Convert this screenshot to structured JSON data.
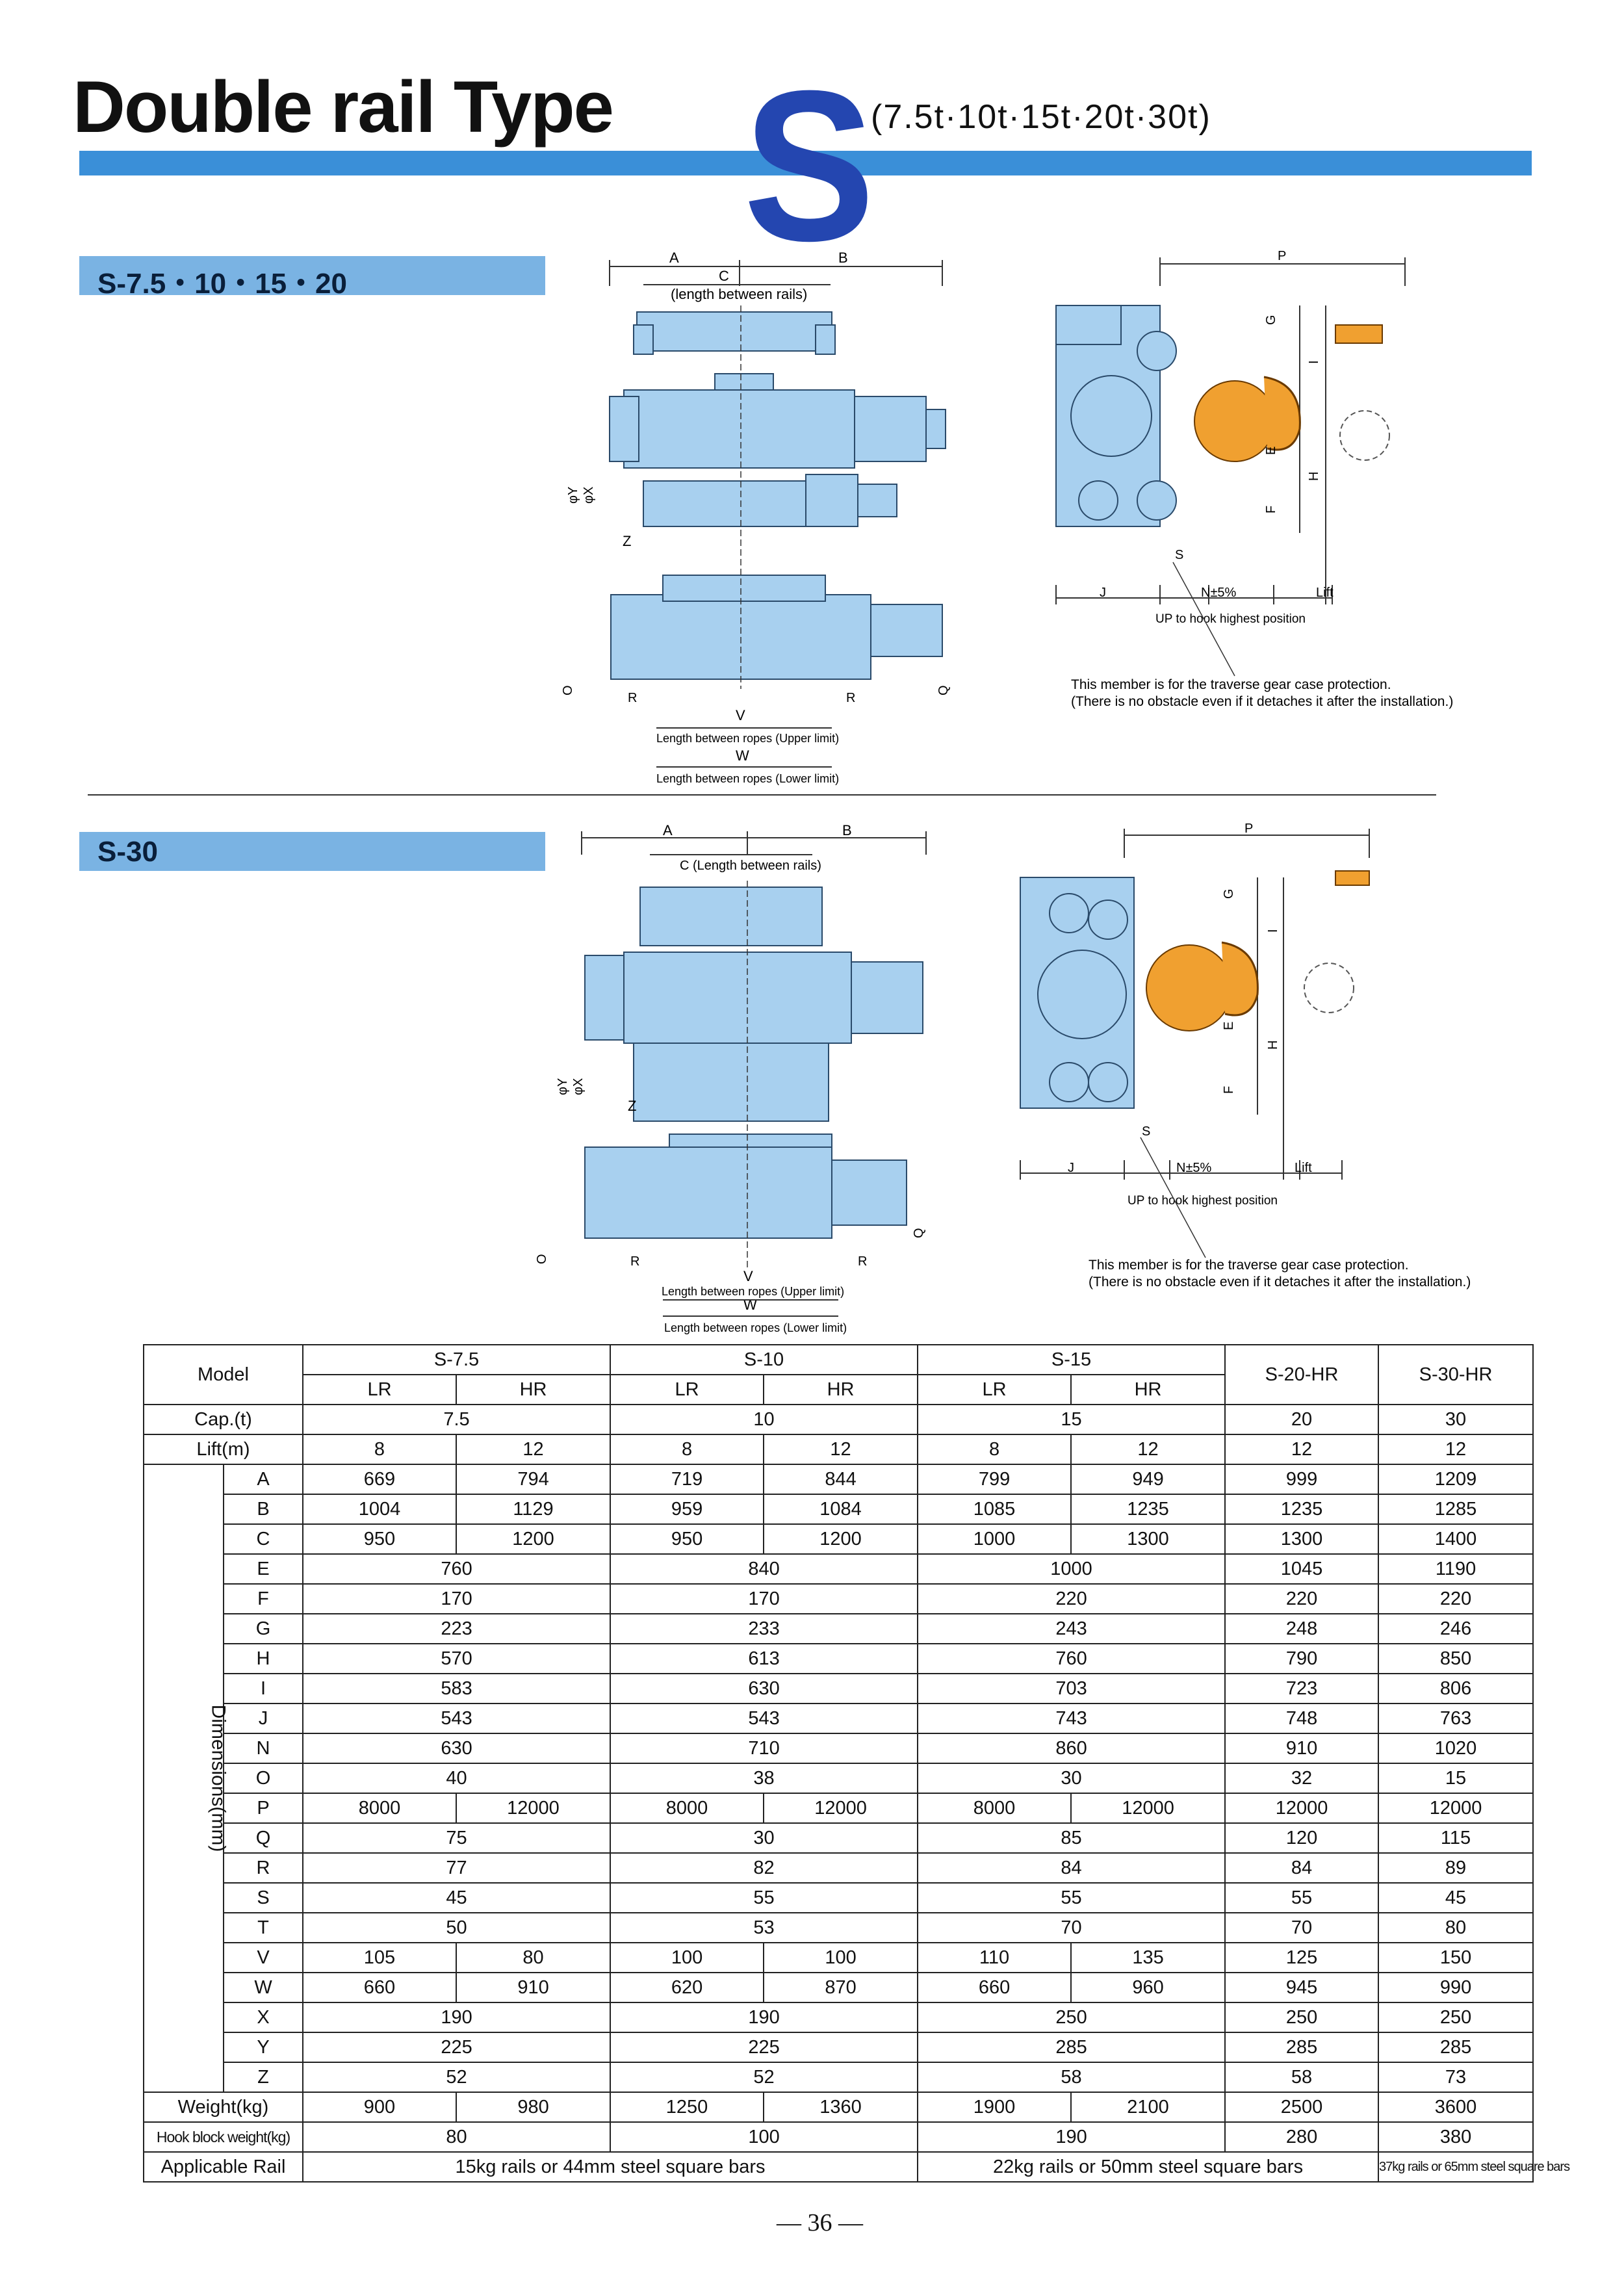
{
  "header": {
    "title": "Double rail Type",
    "big_letter": "S",
    "capacities": "(7.5t·10t·15t·20t·30t)"
  },
  "sections": {
    "first_label": "S-7.5・10・15・20",
    "second_label": "S-30"
  },
  "drawing1": {
    "dim_a": "A",
    "dim_b": "B",
    "dim_c": "C",
    "c_note": "(length between rails)",
    "phi_y": "φY",
    "phi_x": "φX",
    "dim_z": "Z",
    "dim_o": "O",
    "dim_q": "Q",
    "dim_r_left": "R",
    "dim_r_right": "R",
    "dim_v": "V",
    "v_note": "Length between ropes (Upper limit)",
    "dim_w": "W",
    "w_note": "Length between ropes (Lower limit)",
    "dim_p": "P",
    "dim_g": "G",
    "dim_i": "I",
    "dim_e": "E",
    "dim_h": "H",
    "dim_f": "F",
    "dim_s": "S",
    "dim_j": "J",
    "dim_n": "N±5%",
    "lift": "Lift",
    "hook_note": "UP to hook highest position",
    "member_note_1": "This member is for the traverse gear case protection.",
    "member_note_2": "(There is no obstacle even if it detaches it after the installation.)"
  },
  "drawing2": {
    "dim_a": "A",
    "dim_b": "B",
    "dim_c": "C",
    "c_note": "(Length between rails)",
    "phi_y": "φY",
    "phi_x": "φX",
    "dim_z": "Z",
    "dim_o": "O",
    "dim_q": "Q",
    "dim_r_left": "R",
    "dim_r_right": "R",
    "dim_v": "V",
    "v_note": "Length between ropes (Upper limit)",
    "dim_w": "W",
    "w_note": "Length between ropes (Lower limit)",
    "dim_p": "P",
    "dim_g": "G",
    "dim_i": "I",
    "dim_e": "E",
    "dim_h": "H",
    "dim_f": "F",
    "dim_s": "S",
    "dim_j": "J",
    "dim_n": "N±5%",
    "lift": "Lift",
    "hook_note": "UP to hook highest position",
    "member_note_1": "This member is for the traverse gear case protection.",
    "member_note_2": "(There is no obstacle even if it detaches it after the installation.)"
  },
  "table": {
    "model_label": "Model",
    "models": [
      "S-7.5",
      "S-10",
      "S-15",
      "S-20-HR",
      "S-30-HR"
    ],
    "variants": [
      "LR",
      "HR",
      "LR",
      "HR",
      "LR",
      "HR"
    ],
    "cap_label": "Cap.(t)",
    "cap": [
      "7.5",
      "10",
      "15",
      "20",
      "30"
    ],
    "lift_label": "Lift(m)",
    "lift": [
      "8",
      "12",
      "8",
      "12",
      "8",
      "12",
      "12",
      "12"
    ],
    "dimensions_label": "Dimensions(mm)",
    "rows8": [
      {
        "k": "A",
        "v": [
          "669",
          "794",
          "719",
          "844",
          "799",
          "949",
          "999",
          "1209"
        ]
      },
      {
        "k": "B",
        "v": [
          "1004",
          "1129",
          "959",
          "1084",
          "1085",
          "1235",
          "1235",
          "1285"
        ]
      },
      {
        "k": "C",
        "v": [
          "950",
          "1200",
          "950",
          "1200",
          "1000",
          "1300",
          "1300",
          "1400"
        ]
      }
    ],
    "rows5a": [
      {
        "k": "E",
        "v": [
          "760",
          "840",
          "1000",
          "1045",
          "1190"
        ]
      },
      {
        "k": "F",
        "v": [
          "170",
          "170",
          "220",
          "220",
          "220"
        ]
      },
      {
        "k": "G",
        "v": [
          "223",
          "233",
          "243",
          "248",
          "246"
        ]
      },
      {
        "k": "H",
        "v": [
          "570",
          "613",
          "760",
          "790",
          "850"
        ]
      },
      {
        "k": "I",
        "v": [
          "583",
          "630",
          "703",
          "723",
          "806"
        ]
      },
      {
        "k": "J",
        "v": [
          "543",
          "543",
          "743",
          "748",
          "763"
        ]
      },
      {
        "k": "N",
        "v": [
          "630",
          "710",
          "860",
          "910",
          "1020"
        ]
      },
      {
        "k": "O",
        "v": [
          "40",
          "38",
          "30",
          "32",
          "15"
        ]
      }
    ],
    "row_p": {
      "k": "P",
      "v": [
        "8000",
        "12000",
        "8000",
        "12000",
        "8000",
        "12000",
        "12000",
        "12000"
      ]
    },
    "rows5b": [
      {
        "k": "Q",
        "v": [
          "75",
          "30",
          "85",
          "120",
          "115"
        ]
      },
      {
        "k": "R",
        "v": [
          "77",
          "82",
          "84",
          "84",
          "89"
        ]
      },
      {
        "k": "S",
        "v": [
          "45",
          "55",
          "55",
          "55",
          "45"
        ]
      },
      {
        "k": "T",
        "v": [
          "50",
          "53",
          "70",
          "70",
          "80"
        ]
      }
    ],
    "rows8b": [
      {
        "k": "V",
        "v": [
          "105",
          "80",
          "100",
          "100",
          "110",
          "135",
          "125",
          "150"
        ]
      },
      {
        "k": "W",
        "v": [
          "660",
          "910",
          "620",
          "870",
          "660",
          "960",
          "945",
          "990"
        ]
      }
    ],
    "rows5c": [
      {
        "k": "X",
        "v": [
          "190",
          "190",
          "250",
          "250",
          "250"
        ]
      },
      {
        "k": "Y",
        "v": [
          "225",
          "225",
          "285",
          "285",
          "285"
        ]
      },
      {
        "k": "Z",
        "v": [
          "52",
          "52",
          "58",
          "58",
          "73"
        ]
      }
    ],
    "weight_label": "Weight(kg)",
    "weight": [
      "900",
      "980",
      "1250",
      "1360",
      "1900",
      "2100",
      "2500",
      "3600"
    ],
    "hook_label": "Hook block weight(kg)",
    "hook": [
      "80",
      "100",
      "190",
      "280",
      "380"
    ],
    "rail_label": "Applicable  Rail",
    "rail": [
      "15kg rails or 44mm steel square bars",
      "22kg rails or 50mm steel square bars",
      "37kg rails or 65mm steel square bars"
    ]
  },
  "footer": {
    "page_number": "— 36 —"
  },
  "colors": {
    "blue_bar": "#3a8fd8",
    "big_s": "#2446b0",
    "section_label": "#7ab3e3",
    "machine": "#a8d0ef",
    "hook": "#f0a030"
  }
}
